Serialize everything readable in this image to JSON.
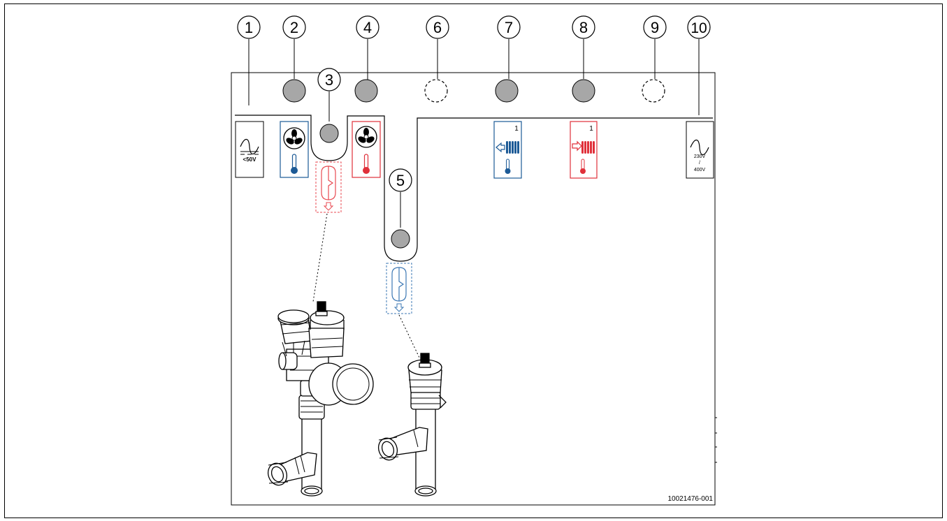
{
  "callouts": [
    "1",
    "2",
    "3",
    "4",
    "5",
    "6",
    "7",
    "8",
    "9",
    "10"
  ],
  "labels": {
    "low_voltage": "<50V",
    "mains_230": "230V",
    "mains_slash": "/",
    "mains_400": "400V",
    "heating_circuit_blue_number": "1",
    "heating_circuit_red_number": "1",
    "figure_id": "10021476-001"
  },
  "colors": {
    "blue": "#1c5a96",
    "red": "#e0303a",
    "grommet": "#a7a7a7",
    "dashed_blue": "#3c78b4",
    "dashed_red": "#e84a52"
  },
  "icons": [
    "sine-wave-icon",
    "fan-icon",
    "thermometer-icon",
    "radiator-icon",
    "expansion-vessel-icon",
    "safety-valve-icon",
    "pipe-fitting-icon"
  ]
}
